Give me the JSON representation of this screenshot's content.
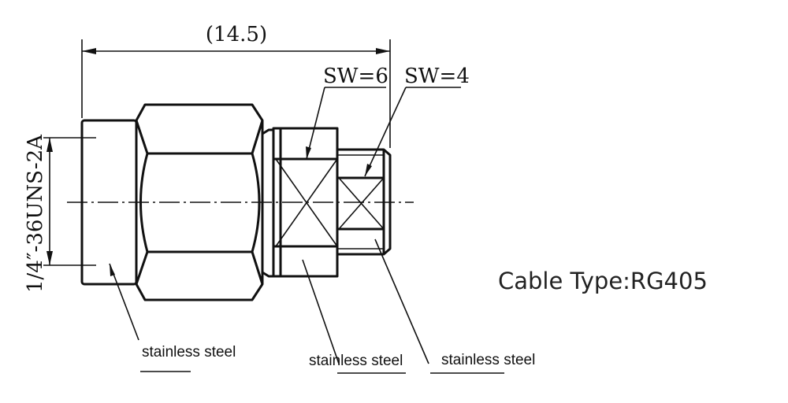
{
  "dimensions": {
    "overall_length": "(14.5)",
    "thread_spec": "1/4″-36UNS-2A",
    "wrench_size_1": "SW=6",
    "wrench_size_2": "SW=4"
  },
  "materials": [
    {
      "label": "stainless steel"
    },
    {
      "label": "stainless steel"
    },
    {
      "label": "stainless steel"
    }
  ],
  "cable_type": "Cable Type:RG405"
}
